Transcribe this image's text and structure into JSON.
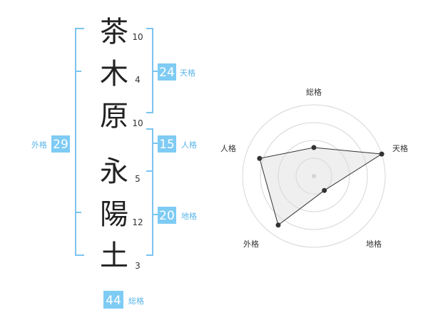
{
  "name": {
    "characters": [
      {
        "char": "茶",
        "strokes": "10"
      },
      {
        "char": "木",
        "strokes": "4"
      },
      {
        "char": "原",
        "strokes": "10"
      },
      {
        "char": "永",
        "strokes": "5"
      },
      {
        "char": "陽",
        "strokes": "12"
      },
      {
        "char": "土",
        "strokes": "3"
      }
    ]
  },
  "fortunes": {
    "tenkaku": {
      "value": "24",
      "label": "天格"
    },
    "jinkaku": {
      "value": "15",
      "label": "人格"
    },
    "chikaku": {
      "value": "20",
      "label": "地格"
    },
    "gaikaku": {
      "value": "29",
      "label": "外格"
    },
    "soukaku": {
      "value": "44",
      "label": "総格"
    }
  },
  "colors": {
    "accent": "#7ecbf4",
    "bracket": "#7bc4f0",
    "label": "#5bb6e8"
  },
  "chart_data": {
    "type": "radar",
    "axes": [
      "総格",
      "天格",
      "地格",
      "外格",
      "人格"
    ],
    "values": [
      0.4,
      1.0,
      0.25,
      0.85,
      0.8
    ],
    "range": [
      0,
      1
    ],
    "rings": 4
  }
}
